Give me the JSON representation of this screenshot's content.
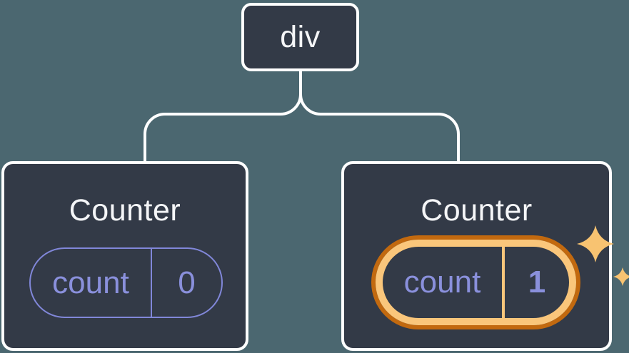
{
  "colors": {
    "bg": "#4b6770",
    "node": "#333a47",
    "line": "#ffffff",
    "text": "#f5f6f8",
    "purple": "#8a90dc",
    "purple-border": "#8187d9",
    "orange-dark": "#c2690f",
    "orange-light": "#fac67b",
    "sparkle": "#f8c371"
  },
  "root": {
    "label": "div"
  },
  "counters": [
    {
      "title": "Counter",
      "state_key": "count",
      "state_value": "0",
      "highlighted": false
    },
    {
      "title": "Counter",
      "state_key": "count",
      "state_value": "1",
      "highlighted": true
    }
  ]
}
